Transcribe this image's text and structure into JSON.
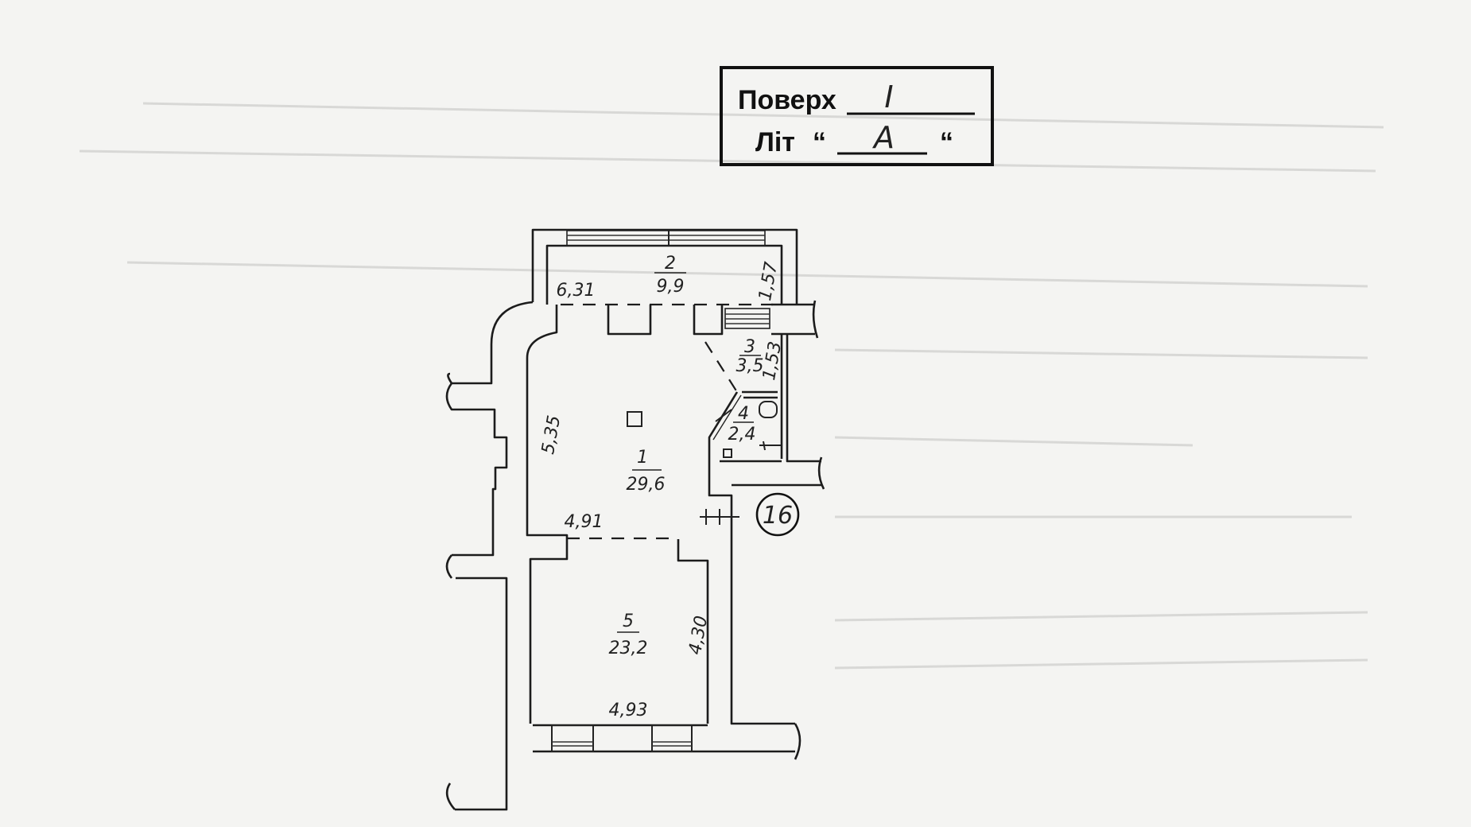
{
  "header": {
    "floor_label": "Поверх",
    "floor_value": "I",
    "letter_label": "Літ",
    "letter_open_quote": "“",
    "letter_value": "A",
    "letter_close_quote": "“"
  },
  "plan": {
    "apartment_number": "16",
    "rooms": [
      {
        "number": "1",
        "area": "29,6"
      },
      {
        "number": "2",
        "area": "9,9"
      },
      {
        "number": "3",
        "area": "3,5"
      },
      {
        "number": "4",
        "area": "2,4"
      },
      {
        "number": "5",
        "area": "23,2"
      }
    ],
    "dimensions": {
      "room2_width": "6,31",
      "room2_depth": "1,57",
      "room3_depth": "1,53",
      "room1_length": "5,35",
      "room1_width": "4,91",
      "room5_length": "4,30",
      "room5_width": "4,93"
    }
  }
}
